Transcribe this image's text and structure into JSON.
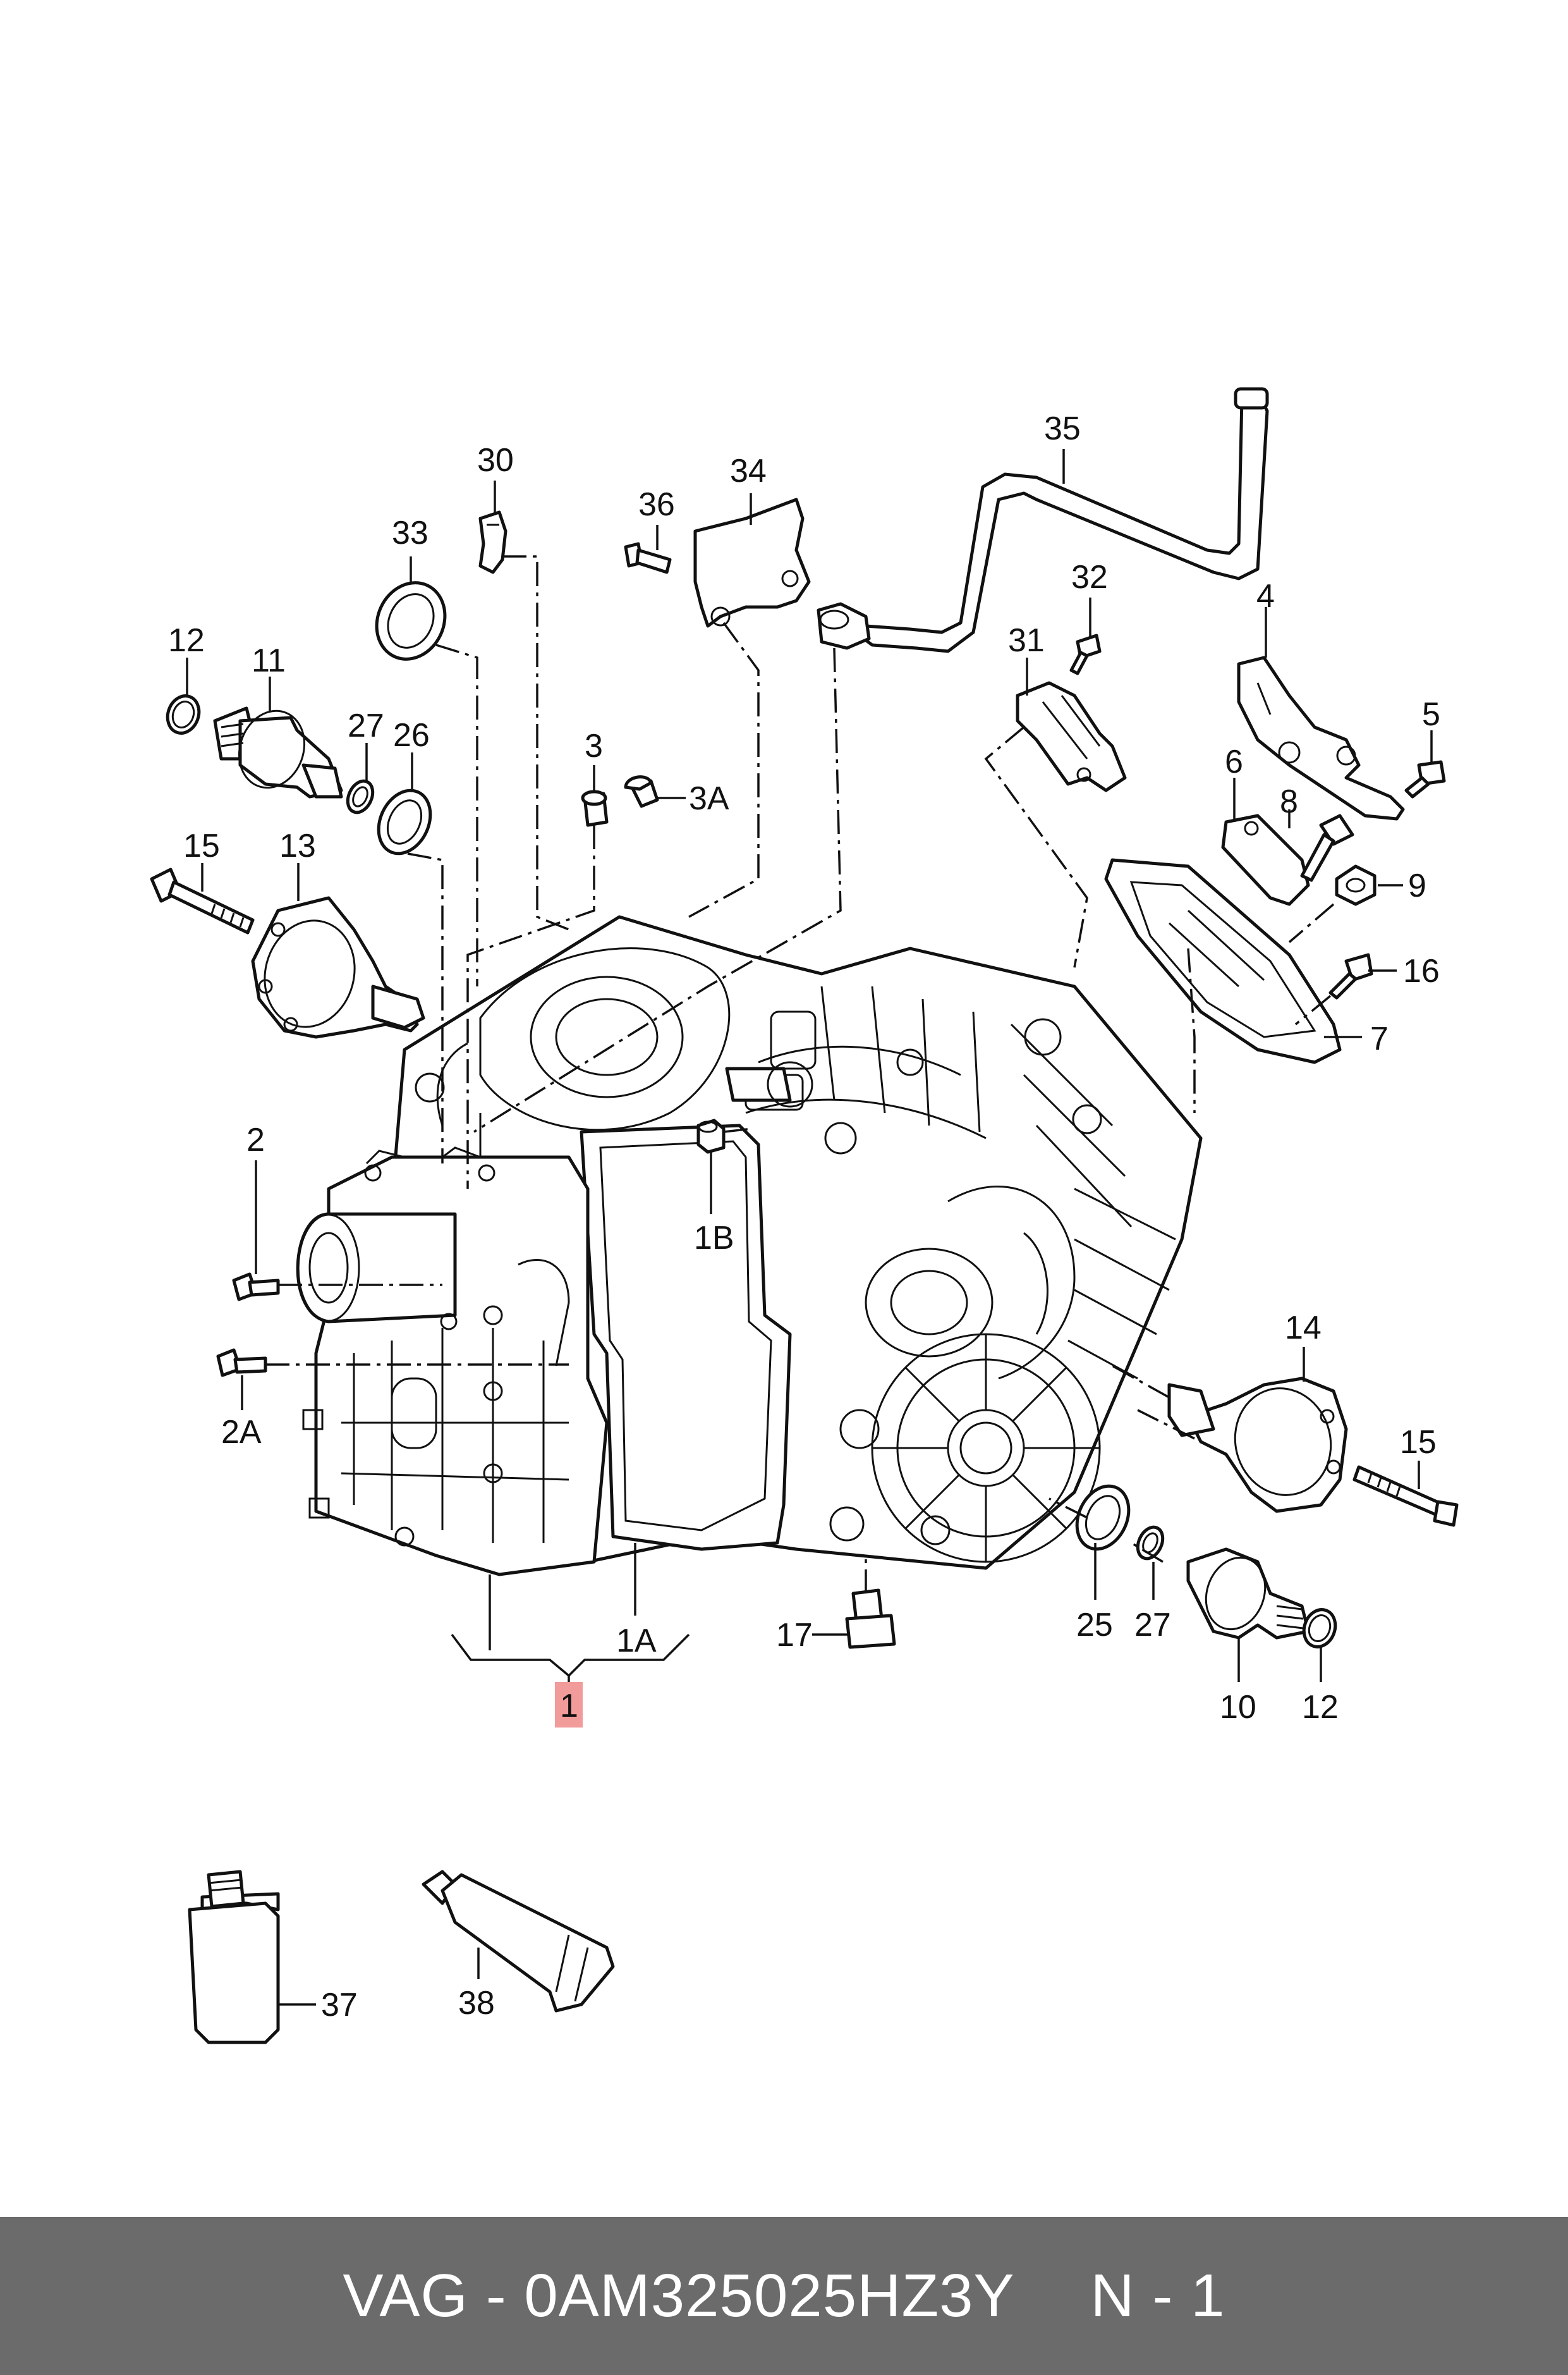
{
  "diagram": {
    "labels": {
      "l1": "1",
      "l1A": "1A",
      "l1B": "1B",
      "l2": "2",
      "l2A": "2A",
      "l3": "3",
      "l3A": "3A",
      "l4": "4",
      "l5": "5",
      "l6": "6",
      "l7": "7",
      "l8": "8",
      "l9": "9",
      "l10": "10",
      "l11": "11",
      "l12a": "12",
      "l12b": "12",
      "l13": "13",
      "l14": "14",
      "l15a": "15",
      "l15b": "15",
      "l16": "16",
      "l17": "17",
      "l25": "25",
      "l26": "26",
      "l27a": "27",
      "l27b": "27",
      "l30": "30",
      "l31": "31",
      "l32": "32",
      "l33": "33",
      "l34": "34",
      "l35": "35",
      "l36": "36",
      "l37": "37",
      "l38": "38"
    },
    "highlight_color": "#f29b9b"
  },
  "footer": {
    "part_number": "VAG - 0AM325025HZ3Y",
    "quantity": "N - 1",
    "background": "#6b6b6b"
  }
}
